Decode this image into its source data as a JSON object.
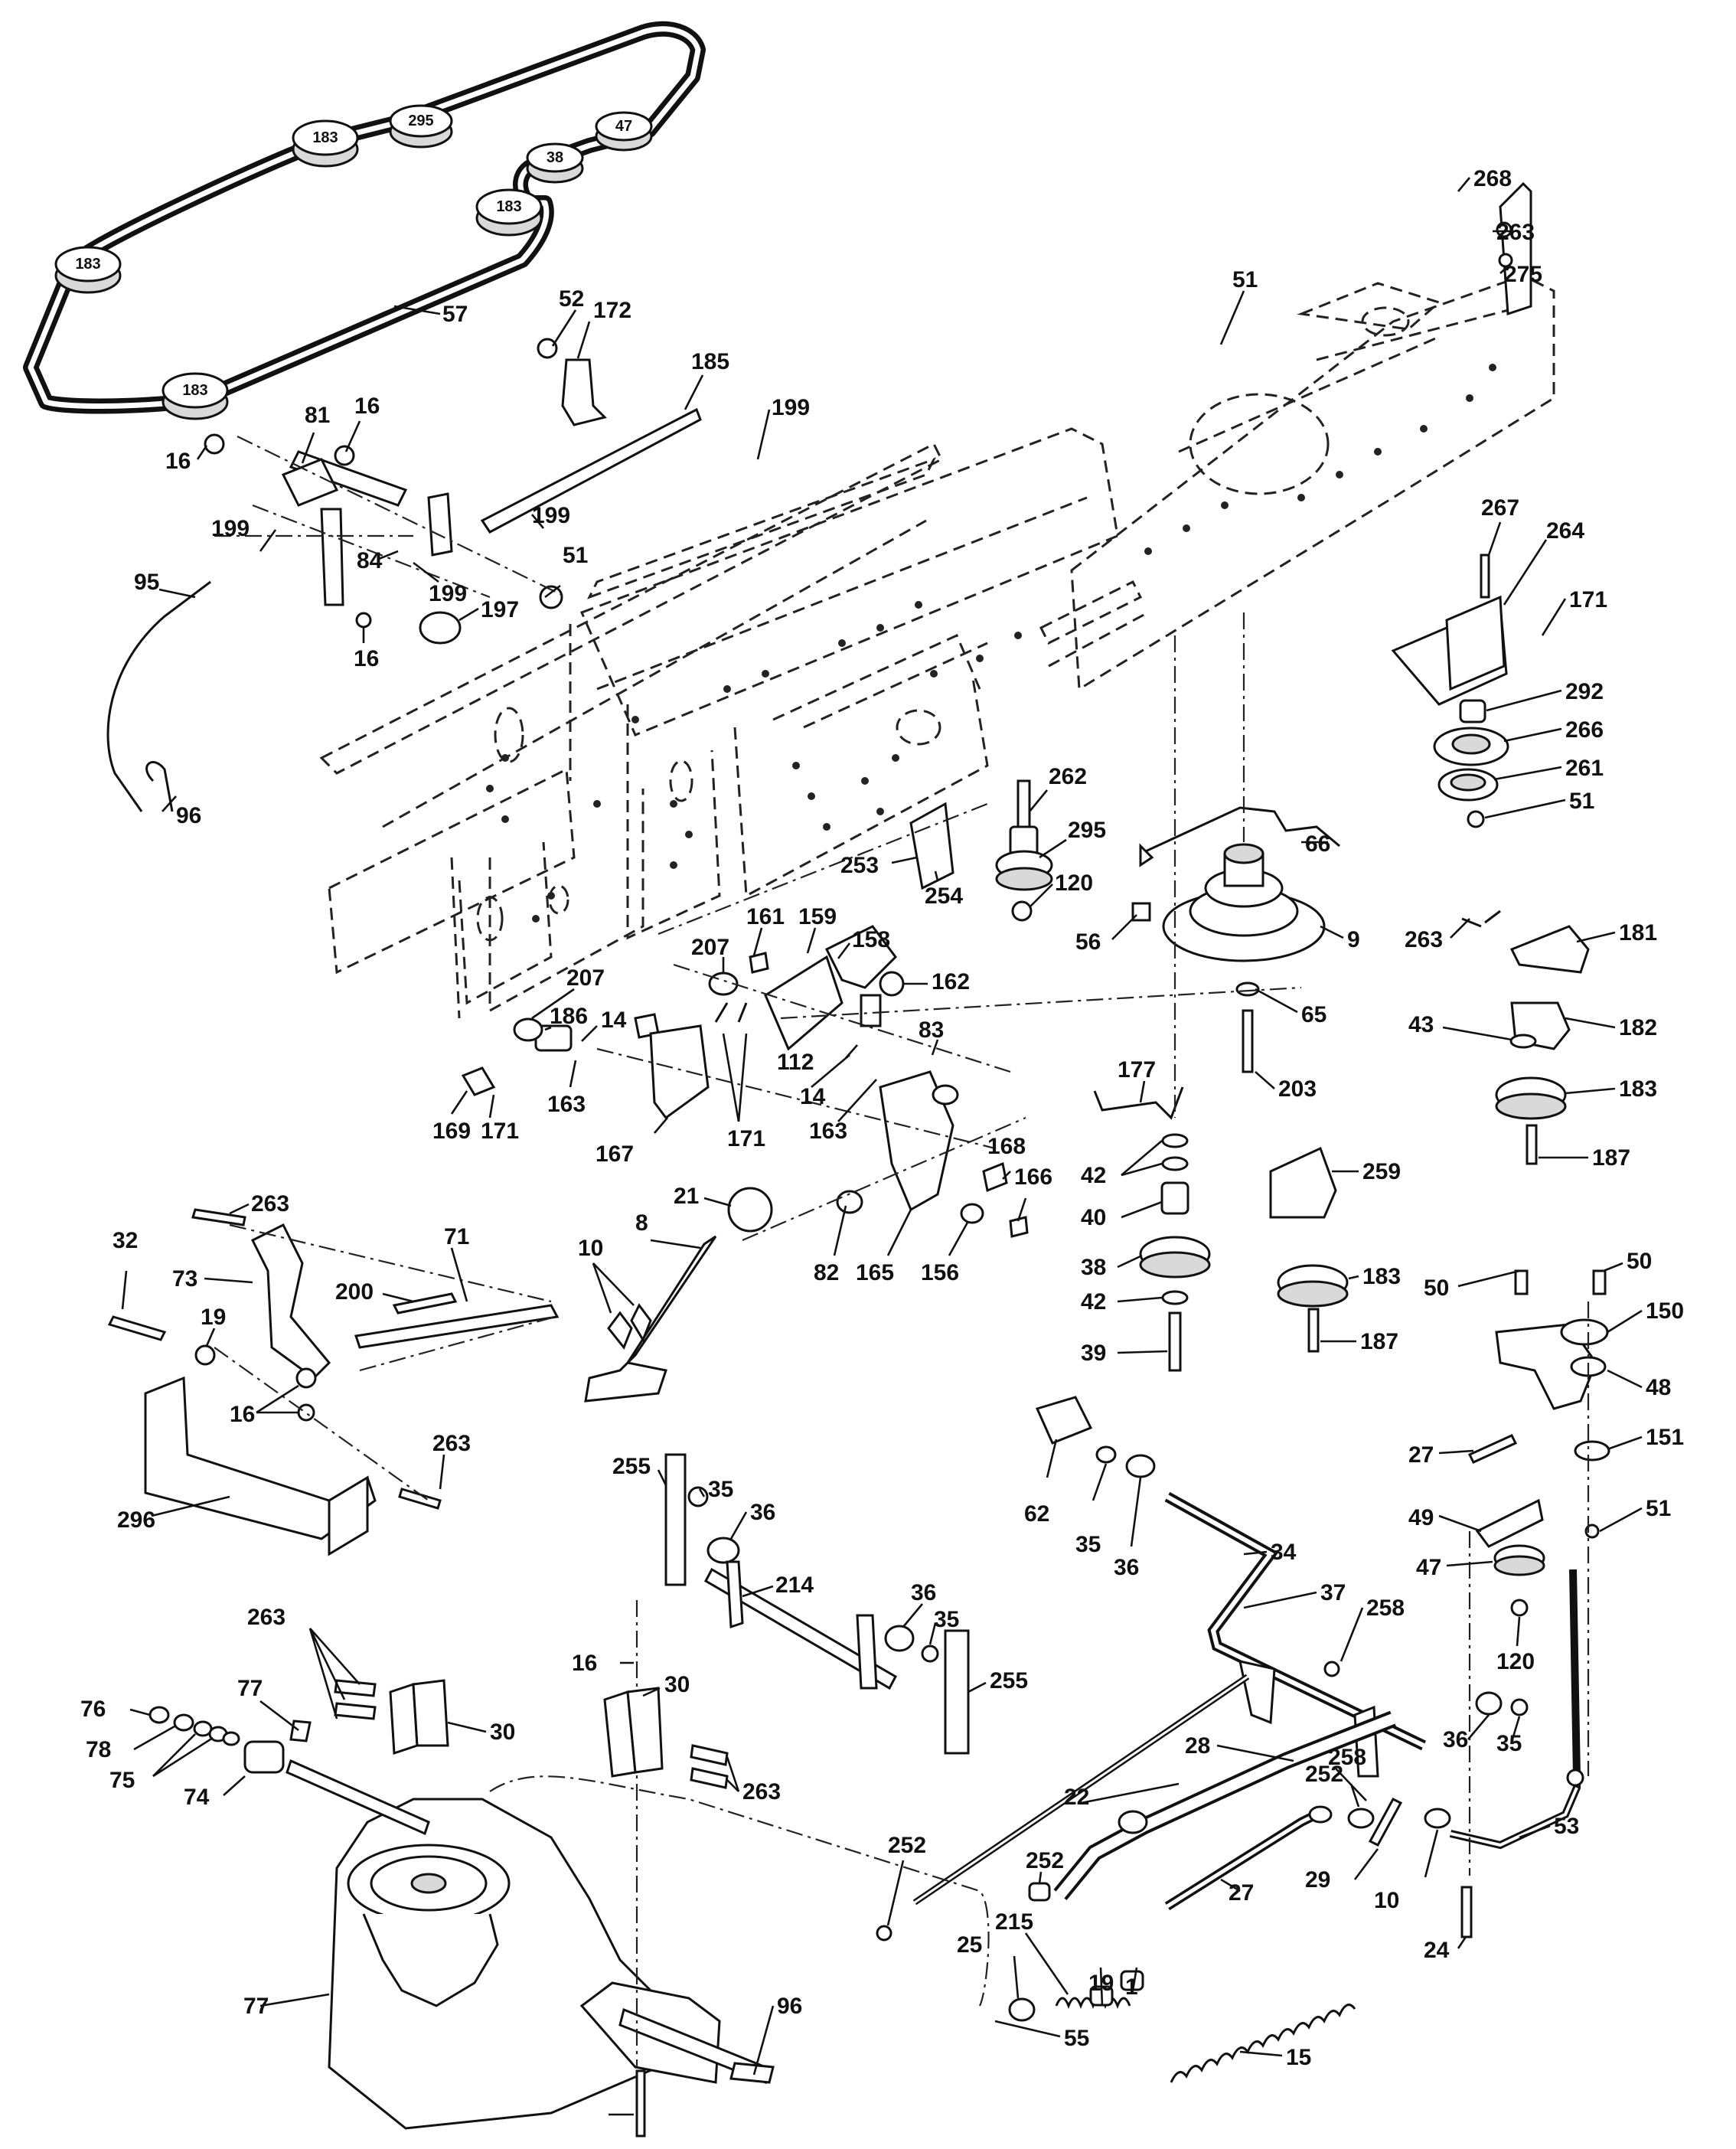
{
  "belt_pulleys": [
    {
      "id": "bp1",
      "label": "183"
    },
    {
      "id": "bp2",
      "label": "295"
    },
    {
      "id": "bp3",
      "label": "47"
    },
    {
      "id": "bp4",
      "label": "38"
    },
    {
      "id": "bp5",
      "label": "183"
    },
    {
      "id": "bp6",
      "label": "183"
    },
    {
      "id": "bp7",
      "label": "183"
    }
  ],
  "callouts": [
    {
      "id": "c1",
      "label": "57"
    },
    {
      "id": "c2",
      "label": "52"
    },
    {
      "id": "c3",
      "label": "172"
    },
    {
      "id": "c4",
      "label": "185"
    },
    {
      "id": "c5",
      "label": "199"
    },
    {
      "id": "c6",
      "label": "16"
    },
    {
      "id": "c7",
      "label": "81"
    },
    {
      "id": "c8",
      "label": "16"
    },
    {
      "id": "c9",
      "label": "199"
    },
    {
      "id": "c10",
      "label": "84"
    },
    {
      "id": "c11",
      "label": "199"
    },
    {
      "id": "c12",
      "label": "199"
    },
    {
      "id": "c13",
      "label": "51"
    },
    {
      "id": "c14",
      "label": "197"
    },
    {
      "id": "c15",
      "label": "16"
    },
    {
      "id": "c16",
      "label": "95"
    },
    {
      "id": "c17",
      "label": "96"
    },
    {
      "id": "c18",
      "label": "51"
    },
    {
      "id": "c19",
      "label": "268"
    },
    {
      "id": "c20",
      "label": "263"
    },
    {
      "id": "c21",
      "label": "275"
    },
    {
      "id": "c22",
      "label": "267"
    },
    {
      "id": "c23",
      "label": "264"
    },
    {
      "id": "c24",
      "label": "171"
    },
    {
      "id": "c25",
      "label": "292"
    },
    {
      "id": "c26",
      "label": "266"
    },
    {
      "id": "c27",
      "label": "261"
    },
    {
      "id": "c28",
      "label": "51"
    },
    {
      "id": "c29",
      "label": "262"
    },
    {
      "id": "c30",
      "label": "295"
    },
    {
      "id": "c31",
      "label": "120"
    },
    {
      "id": "c32",
      "label": "253"
    },
    {
      "id": "c33",
      "label": "254"
    },
    {
      "id": "c34",
      "label": "66"
    },
    {
      "id": "c35",
      "label": "56"
    },
    {
      "id": "c36",
      "label": "9"
    },
    {
      "id": "c37",
      "label": "263"
    },
    {
      "id": "c38",
      "label": "181"
    },
    {
      "id": "c39",
      "label": "65"
    },
    {
      "id": "c40",
      "label": "43"
    },
    {
      "id": "c41",
      "label": "182"
    },
    {
      "id": "c42",
      "label": "203"
    },
    {
      "id": "c43",
      "label": "183"
    },
    {
      "id": "c44",
      "label": "187"
    },
    {
      "id": "c45",
      "label": "177"
    },
    {
      "id": "c46",
      "label": "42"
    },
    {
      "id": "c47",
      "label": "40"
    },
    {
      "id": "c48",
      "label": "38"
    },
    {
      "id": "c49",
      "label": "42"
    },
    {
      "id": "c50",
      "label": "39"
    },
    {
      "id": "c51",
      "label": "259"
    },
    {
      "id": "c52",
      "label": "183"
    },
    {
      "id": "c53",
      "label": "187"
    },
    {
      "id": "c54",
      "label": "161"
    },
    {
      "id": "c55",
      "label": "159"
    },
    {
      "id": "c56",
      "label": "158"
    },
    {
      "id": "c57",
      "label": "207"
    },
    {
      "id": "c58",
      "label": "162"
    },
    {
      "id": "c59",
      "label": "207"
    },
    {
      "id": "c60",
      "label": "186"
    },
    {
      "id": "c61",
      "label": "14"
    },
    {
      "id": "c62",
      "label": "112"
    },
    {
      "id": "c63",
      "label": "14"
    },
    {
      "id": "c64",
      "label": "163"
    },
    {
      "id": "c65",
      "label": "83"
    },
    {
      "id": "c66",
      "label": "163"
    },
    {
      "id": "c67",
      "label": "169"
    },
    {
      "id": "c68",
      "label": "171"
    },
    {
      "id": "c69",
      "label": "167"
    },
    {
      "id": "c70",
      "label": "171"
    },
    {
      "id": "c71",
      "label": "168"
    },
    {
      "id": "c72",
      "label": "166"
    },
    {
      "id": "c73",
      "label": "21"
    },
    {
      "id": "c74",
      "label": "8"
    },
    {
      "id": "c75",
      "label": "10"
    },
    {
      "id": "c76",
      "label": "82"
    },
    {
      "id": "c77",
      "label": "165"
    },
    {
      "id": "c78",
      "label": "156"
    },
    {
      "id": "c79",
      "label": "263"
    },
    {
      "id": "c80",
      "label": "32"
    },
    {
      "id": "c81",
      "label": "73"
    },
    {
      "id": "c82",
      "label": "71"
    },
    {
      "id": "c83",
      "label": "200"
    },
    {
      "id": "c84",
      "label": "19"
    },
    {
      "id": "c85",
      "label": "16"
    },
    {
      "id": "c86",
      "label": "263"
    },
    {
      "id": "c87",
      "label": "296"
    },
    {
      "id": "c88",
      "label": "50"
    },
    {
      "id": "c89",
      "label": "50"
    },
    {
      "id": "c90",
      "label": "150"
    },
    {
      "id": "c91",
      "label": "48"
    },
    {
      "id": "c92",
      "label": "27"
    },
    {
      "id": "c93",
      "label": "151"
    },
    {
      "id": "c94",
      "label": "49"
    },
    {
      "id": "c95",
      "label": "51"
    },
    {
      "id": "c96",
      "label": "47"
    },
    {
      "id": "c97",
      "label": "120"
    },
    {
      "id": "c98",
      "label": "62"
    },
    {
      "id": "c99",
      "label": "35"
    },
    {
      "id": "c100",
      "label": "36"
    },
    {
      "id": "c101",
      "label": "34"
    },
    {
      "id": "c102",
      "label": "37"
    },
    {
      "id": "c103",
      "label": "258"
    },
    {
      "id": "c104",
      "label": "255"
    },
    {
      "id": "c105",
      "label": "35"
    },
    {
      "id": "c106",
      "label": "36"
    },
    {
      "id": "c107",
      "label": "214"
    },
    {
      "id": "c108",
      "label": "36"
    },
    {
      "id": "c109",
      "label": "35"
    },
    {
      "id": "c110",
      "label": "255"
    },
    {
      "id": "c111",
      "label": "263"
    },
    {
      "id": "c112",
      "label": "76"
    },
    {
      "id": "c113",
      "label": "77"
    },
    {
      "id": "c114",
      "label": "78"
    },
    {
      "id": "c115",
      "label": "75"
    },
    {
      "id": "c116",
      "label": "74"
    },
    {
      "id": "c117",
      "label": "30"
    },
    {
      "id": "c118",
      "label": "16"
    },
    {
      "id": "c119",
      "label": "30"
    },
    {
      "id": "c120",
      "label": "263"
    },
    {
      "id": "c121",
      "label": "22"
    },
    {
      "id": "c122",
      "label": "28"
    },
    {
      "id": "c123",
      "label": "252"
    },
    {
      "id": "c124",
      "label": "36"
    },
    {
      "id": "c125",
      "label": "35"
    },
    {
      "id": "c126",
      "label": "53"
    },
    {
      "id": "c127",
      "label": "258"
    },
    {
      "id": "c128",
      "label": "29"
    },
    {
      "id": "c129",
      "label": "10"
    },
    {
      "id": "c130",
      "label": "252"
    },
    {
      "id": "c131",
      "label": "252"
    },
    {
      "id": "c132",
      "label": "25"
    },
    {
      "id": "c133",
      "label": "215"
    },
    {
      "id": "c134",
      "label": "27"
    },
    {
      "id": "c135",
      "label": "24"
    },
    {
      "id": "c136",
      "label": "19"
    },
    {
      "id": "c137",
      "label": "1"
    },
    {
      "id": "c138",
      "label": "77"
    },
    {
      "id": "c139",
      "label": "96"
    },
    {
      "id": "c140",
      "label": "55"
    },
    {
      "id": "c141",
      "label": "15"
    }
  ]
}
